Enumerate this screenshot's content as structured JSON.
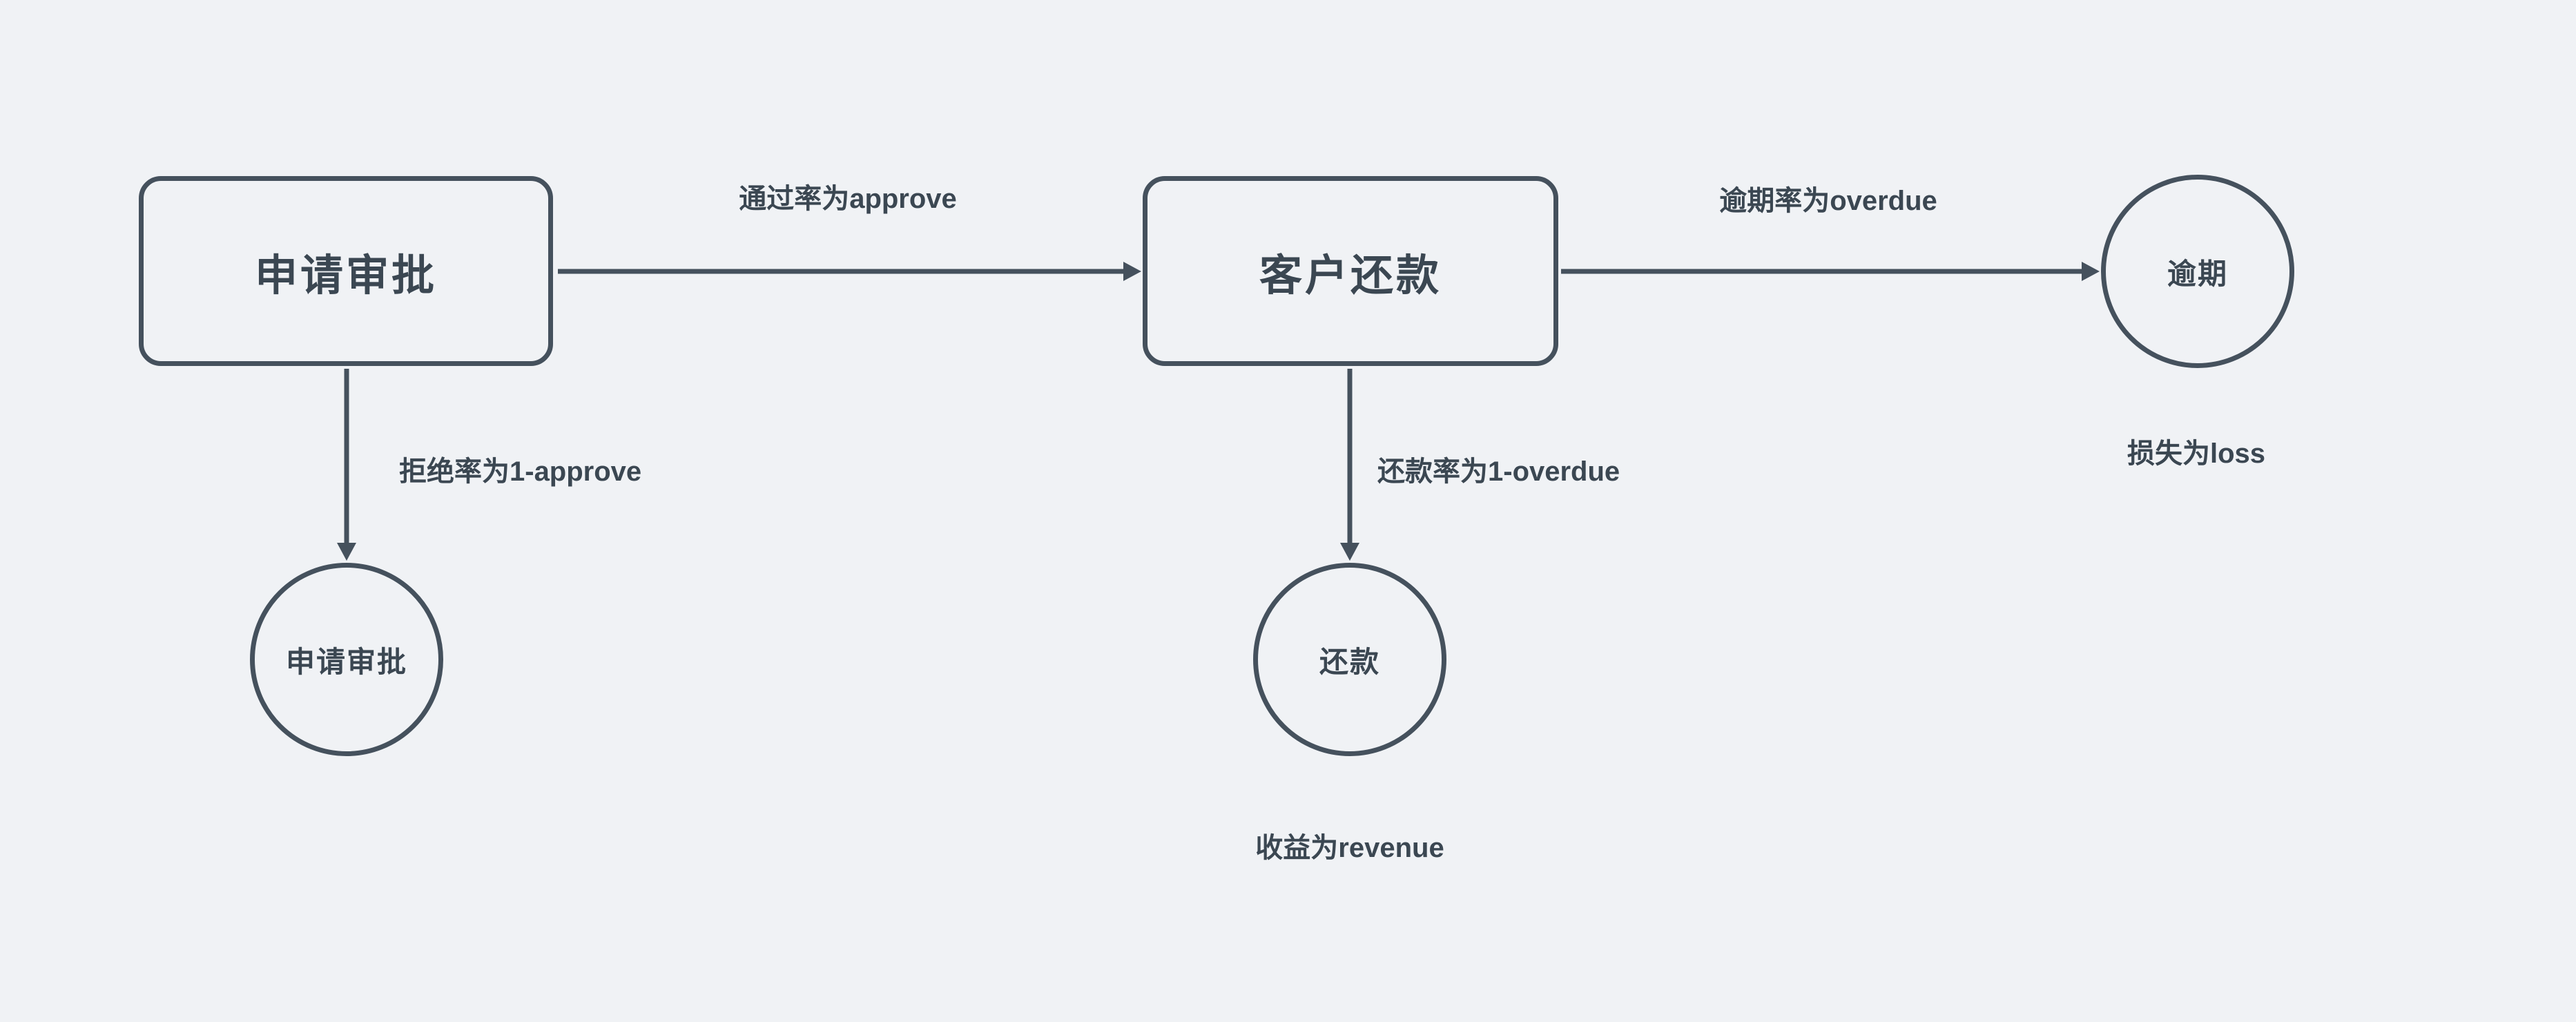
{
  "diagram": {
    "background_color": "#f0f2f5",
    "stroke_color": "#45515d",
    "text_color": "#3b4752",
    "nodes": {
      "approval_box": {
        "shape": "rounded-rect",
        "label": "申请审批"
      },
      "repayment_box": {
        "shape": "rounded-rect",
        "label": "客户还款"
      },
      "overdue_circle": {
        "shape": "circle",
        "label": "逾期"
      },
      "rejected_circle": {
        "shape": "circle",
        "label": "申请审批"
      },
      "repayment_circle": {
        "shape": "circle",
        "label": "还款"
      }
    },
    "edge_labels": {
      "approve": "通过率为approve",
      "overdue": "逾期率为overdue",
      "reject": "拒绝率为1-approve",
      "repay": "还款率为1-overdue"
    },
    "annotations": {
      "loss": "损失为loss",
      "revenue": "收益为revenue"
    }
  }
}
